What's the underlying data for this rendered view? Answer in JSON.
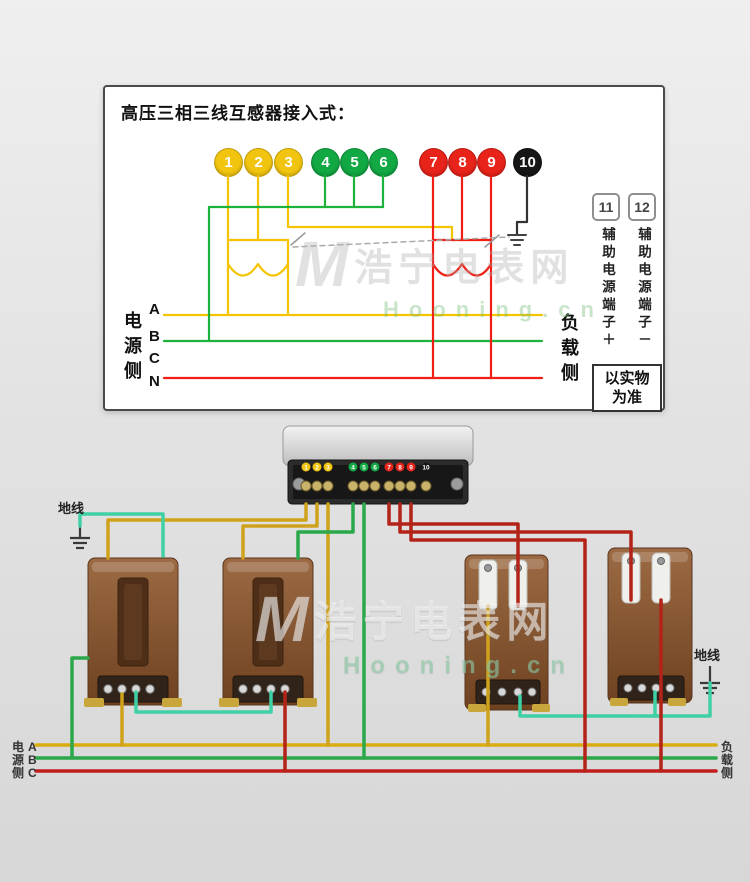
{
  "watermark": {
    "logo": "M",
    "cn": "浩宁电表网",
    "en": "Hooning.cn"
  },
  "panel": {
    "title": "高压三相三线互感器接入式：",
    "terminals": [
      {
        "label": "1"
      },
      {
        "label": "2"
      },
      {
        "label": "3"
      },
      {
        "label": "4"
      },
      {
        "label": "5"
      },
      {
        "label": "6"
      },
      {
        "label": "7"
      },
      {
        "label": "8"
      },
      {
        "label": "9"
      },
      {
        "label": "10"
      }
    ],
    "source_side": "电源侧",
    "load_side": "负载侧",
    "phases": [
      "A",
      "B",
      "C",
      "N"
    ],
    "aux": {
      "box1": "11",
      "box2": "12",
      "label1": "辅助电源端子＋",
      "label2": "辅助电源端子－"
    },
    "note": "以实物为准"
  },
  "bottom": {
    "ground_left": "地线",
    "ground_right": "地线",
    "meter_terminals": [
      "1",
      "2",
      "3",
      "4",
      "5",
      "6",
      "7",
      "8",
      "9",
      "10"
    ],
    "bus_left": [
      {
        "cn": "电",
        "phase": "A"
      },
      {
        "cn": "源",
        "phase": "B"
      },
      {
        "cn": "侧",
        "phase": "C"
      }
    ],
    "bus_right": [
      "负",
      "载",
      "侧"
    ]
  },
  "colors": {
    "term_yellow": "#f1c40f",
    "term_green": "#12a844",
    "term_red": "#e8231a",
    "term_black": "#161616",
    "schematic_yellow": "#f5c400",
    "schematic_green": "#1db23c",
    "schematic_red": "#f01e14",
    "schematic_black": "#333333",
    "wire_yellow": "#cfa21b",
    "wire_green": "#2aa84a",
    "wire_red": "#b32318",
    "wire_teal": "#3fd0a6",
    "bus_yellow": "#d9ac13",
    "bus_green": "#2aa84a",
    "bus_red": "#c21d1d"
  }
}
